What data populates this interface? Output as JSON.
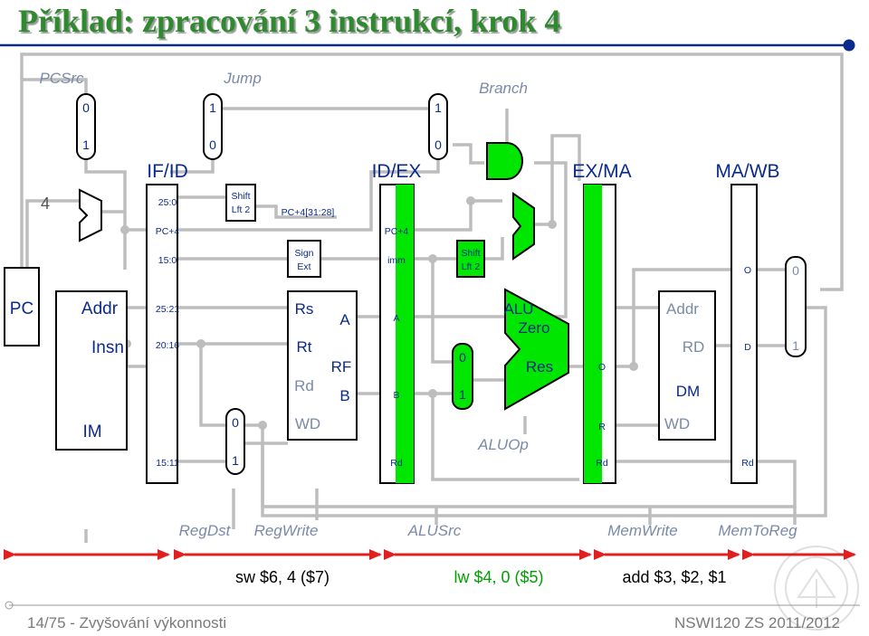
{
  "title": "Příklad: zpracování 3 instrukcí, krok 4",
  "footer": {
    "left": "14/75 - Zvyšování výkonnosti",
    "right": "NSWI120 ZS 2011/2012"
  },
  "colors": {
    "title": "#2f8a2f",
    "active": "#00e600",
    "wire": "#bdbdbd",
    "arrow": "#e02020",
    "dot": "#0a2a8c"
  },
  "control": {
    "pcsrc": "PCSrc",
    "jump": "Jump",
    "branch": "Branch",
    "regdst": "RegDst",
    "regwrite": "RegWrite",
    "alusrc": "ALUSrc",
    "memwrite": "MemWrite",
    "memtoreg": "MemToReg",
    "aluop": "ALUOp"
  },
  "stages": {
    "if_id": "IF/ID",
    "id_ex": "ID/EX",
    "ex_ma": "EX/MA",
    "ma_wb": "MA/WB"
  },
  "mux": {
    "pcsrc_top": "0",
    "pcsrc_bottom": "1",
    "jump_top": "1",
    "jump_bottom": "0",
    "branch_top": "1",
    "branch_bottom": "0",
    "regdst_top": "0",
    "regdst_bottom": "1",
    "alusrc_top": "0",
    "alusrc_bottom": "1",
    "wb_top": "0",
    "wb_bottom": "1"
  },
  "blocks": {
    "pc": "PC",
    "four": "4",
    "im_addr": "Addr",
    "im_insn": "Insn",
    "im": "IM",
    "shift1_a": "Shift",
    "shift1_b": "Lft 2",
    "pc_hi": "PC+4[31:28]",
    "sign_a": "Sign",
    "sign_b": "Ext",
    "rf_rs": "Rs",
    "rf_rt": "Rt",
    "rf_rd": "Rd",
    "rf_wd": "WD",
    "rf_a": "A",
    "rf_rf": "RF",
    "rf_b": "B",
    "shift2_a": "Shift",
    "shift2_b": "Lft 2",
    "alu": "ALU",
    "alu_zero": "Zero",
    "alu_res": "Res",
    "dm_addr": "Addr",
    "dm_rd": "RD",
    "dm": "DM",
    "dm_wd": "WD"
  },
  "latch": {
    "ifid": [
      "25:0",
      "PC+4",
      "15:0",
      "25:21",
      "20:16",
      "15:11"
    ],
    "idex": [
      "PC+4",
      "imm",
      "A",
      "B",
      "Rd"
    ],
    "exma": [
      "O",
      "R",
      "Rd"
    ],
    "mawb": [
      "O",
      "D",
      "Rd"
    ]
  },
  "instructions": [
    "sw $6, 4 ($7)",
    "lw $4, 0 ($5)",
    "add $3, $2, $1"
  ]
}
